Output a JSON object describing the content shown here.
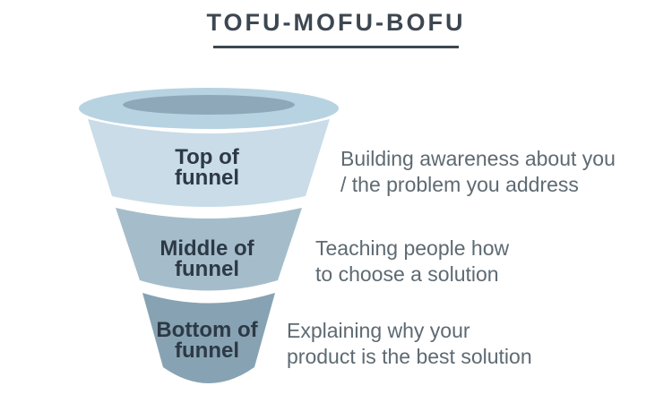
{
  "title": "TOFU-MOFU-BOFU",
  "palette": {
    "title_color": "#3d4751",
    "label_color": "#2d3945",
    "description_color": "#5e6a72",
    "background": "#ffffff",
    "separator": "#ffffff"
  },
  "funnel": {
    "rim": {
      "outer_fill": "#b7d3e2",
      "opening_fill": "#8ea8ba"
    },
    "sections": [
      {
        "id": "tofu",
        "label_lines": [
          "Top of",
          "funnel"
        ],
        "description_lines": [
          "Building awareness about you",
          "/ the problem you address"
        ],
        "fill": "#c9dce8"
      },
      {
        "id": "mofu",
        "label_lines": [
          "Middle of",
          "funnel"
        ],
        "description_lines": [
          "Teaching people how",
          "to choose a solution"
        ],
        "fill": "#a5bdcb"
      },
      {
        "id": "bofu",
        "label_lines": [
          "Bottom of",
          "funnel"
        ],
        "description_lines": [
          "Explaining why your",
          "product is the best solution"
        ],
        "fill": "#87a3b3"
      }
    ]
  }
}
